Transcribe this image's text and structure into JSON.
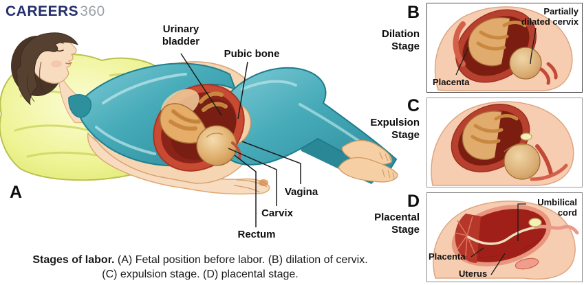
{
  "logo": {
    "brand": "CAREERS",
    "suffix": "360"
  },
  "main_figure": {
    "letter": "A",
    "labels": {
      "urinary_bladder": "Urinary\nbladder",
      "pubic_bone": "Pubic bone",
      "vagina": "Vagina",
      "carvix": "Carvix",
      "rectum": "Rectum"
    }
  },
  "stages": [
    {
      "letter": "B",
      "name": "Dilation\nStage",
      "labels": {
        "partially_dilated_cervix": "Partially\ndilated cervix",
        "placenta": "Placenta"
      }
    },
    {
      "letter": "C",
      "name": "Expulsion\nStage",
      "labels": {}
    },
    {
      "letter": "D",
      "name": "Placental\nStage",
      "labels": {
        "umbilical_cord": "Umbilical\ncord",
        "placenta": "Placenta",
        "uterus": "Uterus"
      }
    }
  ],
  "caption": {
    "lead": "Stages of labor.",
    "line1_rest": " (A) Fetal position before labor. (B) dilation of cervix.",
    "line2": "(C) expulsion stage. (D) placental stage."
  },
  "colors": {
    "brand_navy": "#252f6b",
    "brand_gray": "#9ba1a8",
    "teal": "#46aab8",
    "skin": "#f6d5b2",
    "uterus_red": "#b8402e",
    "cavity_dark": "#7c1d12",
    "pillow_yellow": "#eef394",
    "label_ink": "#101010"
  }
}
